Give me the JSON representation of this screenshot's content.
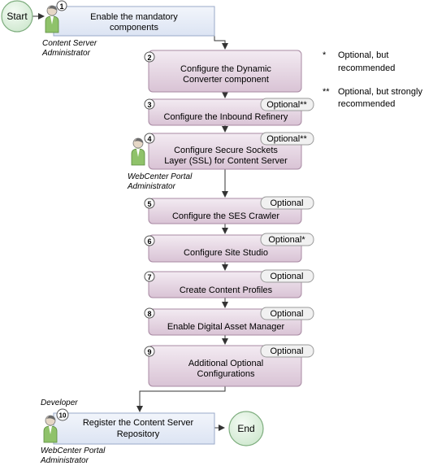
{
  "start_label": "Start",
  "end_label": "End",
  "roles": {
    "cs_admin": [
      "Content Server",
      "Administrator"
    ],
    "wcp_admin_mid": [
      "WebCenter Portal",
      "Administrator"
    ],
    "developer": "Developer",
    "wcp_admin_bottom": [
      "WebCenter Portal",
      "Administrator"
    ]
  },
  "steps": [
    {
      "num": "1",
      "lines": [
        "Enable the mandatory",
        "components"
      ],
      "tag": ""
    },
    {
      "num": "2",
      "lines": [
        "Configure the Dynamic",
        "Converter component"
      ],
      "tag": ""
    },
    {
      "num": "3",
      "lines": [
        "Configure the Inbound Refinery"
      ],
      "tag": "Optional**"
    },
    {
      "num": "4",
      "lines": [
        "Configure Secure Sockets",
        "Layer (SSL) for Content Server"
      ],
      "tag": "Optional**"
    },
    {
      "num": "5",
      "lines": [
        "Configure the SES Crawler"
      ],
      "tag": "Optional"
    },
    {
      "num": "6",
      "lines": [
        "Configure Site Studio"
      ],
      "tag": "Optional*"
    },
    {
      "num": "7",
      "lines": [
        "Create Content Profiles"
      ],
      "tag": "Optional"
    },
    {
      "num": "8",
      "lines": [
        "Enable Digital Asset Manager"
      ],
      "tag": "Optional"
    },
    {
      "num": "9",
      "lines": [
        "Additional Optional",
        "Configurations"
      ],
      "tag": "Optional"
    },
    {
      "num": "10",
      "lines": [
        "Register the Content Server",
        "Repository"
      ],
      "tag": ""
    }
  ],
  "legend": [
    {
      "mark": "*",
      "lines": [
        "Optional, but",
        "recommended"
      ]
    },
    {
      "mark": "**",
      "lines": [
        "Optional, but strongly",
        "recommended"
      ]
    }
  ],
  "colors": {
    "step_blue_fill": "#e4eaf6",
    "step_blue_stroke": "#9aaac8",
    "step_purple_fill": "#e6d6e3",
    "step_purple_stroke": "#a88aa3",
    "terminal_fill": "#d9efd9",
    "terminal_stroke": "#7fae7f",
    "tag_fill": "#f1f1f1",
    "tag_stroke": "#999999",
    "arrow": "#333333"
  }
}
